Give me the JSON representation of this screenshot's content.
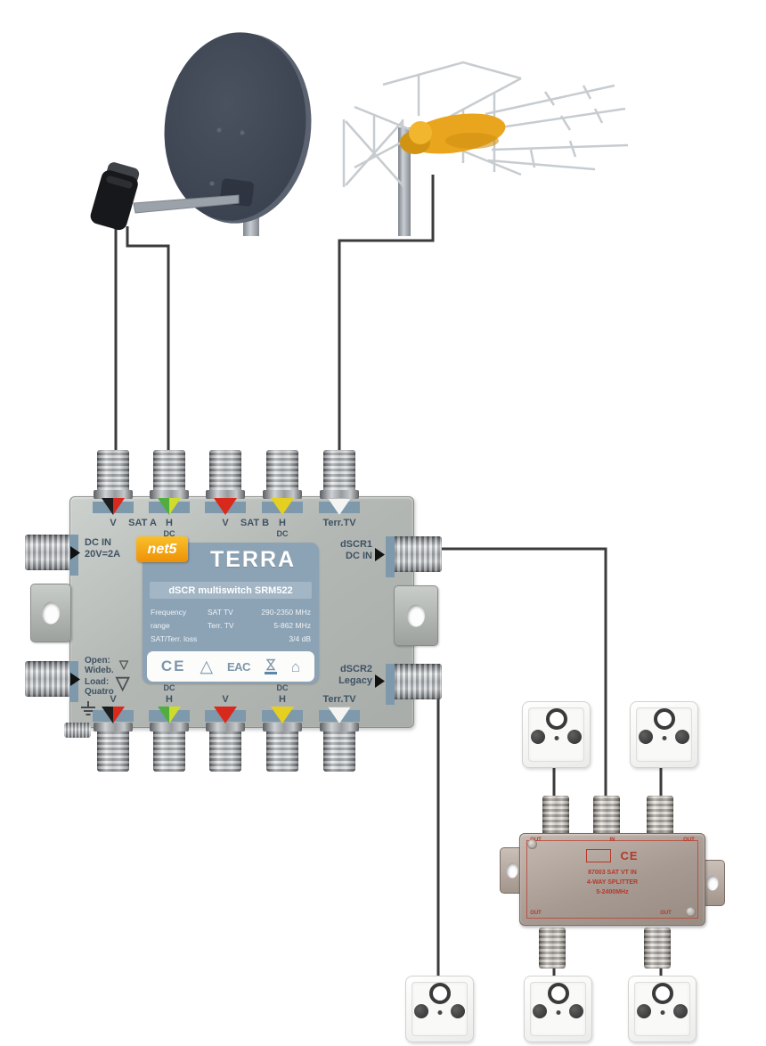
{
  "multiswitch": {
    "brand": "TERRA",
    "logo_text": "net5",
    "model_line": "dSCR multiswitch SRM522",
    "specs": {
      "r1c1": "Frequency",
      "r1c2": "SAT TV",
      "r1c3": "290-2350 MHz",
      "r2c1": "range",
      "r2c2": "Terr. TV",
      "r2c3": "5-862 MHz",
      "r3c1": "SAT/Terr. loss",
      "r3c3": "3/4 dB"
    },
    "marks": {
      "ce": "CE",
      "triangle": "△",
      "eac": "EAC",
      "house": "⌂"
    },
    "ports_top": {
      "p1": "V",
      "p2": "SAT A",
      "p3": "H",
      "p4": "DC",
      "p5": "V",
      "p6": "SAT B",
      "p7": "H",
      "p8": "DC",
      "p9": "Terr.TV"
    },
    "ports_bottom": {
      "p1": "V",
      "p2": "DC",
      "p3": "H",
      "p4": "V",
      "p5": "DC",
      "p6": "H",
      "p7": "Terr.TV"
    },
    "left_labels": {
      "dc_in": "DC IN",
      "dc_spec": "20V=2A",
      "open": "Open:",
      "wideband": "Wideb.",
      "load": "Load:",
      "quatro": "Quatro"
    },
    "right_labels": {
      "dscr1": "dSCR1",
      "dscr1_sub": "DC IN",
      "dscr2": "dSCR2",
      "dscr2_sub": "Legacy"
    },
    "switch_triangles": {
      "small": "▽",
      "large": "▽"
    }
  },
  "splitter": {
    "ce": "CE",
    "model": "87003 SAT VT IN",
    "type": "4-WAY SPLITTER",
    "range": "5-2400MHz",
    "out": "OUT",
    "in": "IN"
  },
  "outlets": {
    "count": 5
  },
  "colors": {
    "cable": "#3b3b3b",
    "dish": "#3c4350",
    "antenna_yellow": "#e9a51d",
    "plate_blue": "#8ca3b5",
    "net5_orange": "#f0a016",
    "arrow_red": "#d8291c",
    "arrow_green": "#4fae3e",
    "arrow_yellow": "#e5d022",
    "arrow_black": "#1d1d1d",
    "arrow_white": "#f4f4f2",
    "splitter_print_red": "#b5392a"
  }
}
